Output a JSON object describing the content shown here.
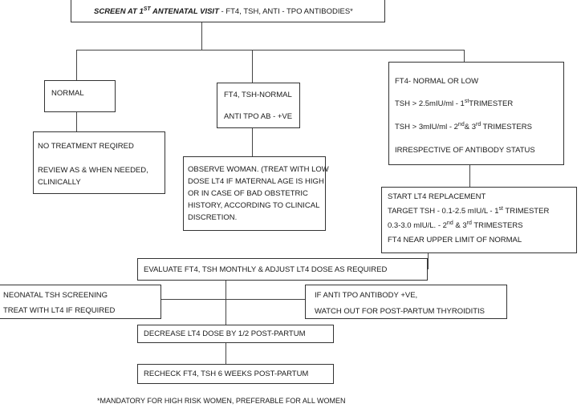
{
  "top": {
    "bold_part_1": "SCREEN AT 1",
    "bold_sup": "ST",
    "bold_part_2": " ANTENATAL VISIT",
    "rest": " - FT4, TSH, ANTI - TPO ANTIBODIES*"
  },
  "normal_box": {
    "label": "NORMAL"
  },
  "normal_outcome": {
    "line1": "NO TREATMENT REQIRED",
    "line2": "REVIEW AS & WHEN NEEDED,",
    "line3": "CLINICALLY"
  },
  "mid_box": {
    "line1": "FT4, TSH-NORMAL",
    "line2": "ANTI TPO AB - +VE"
  },
  "observe_box": {
    "line1": "OBSERVE WOMAN. (TREAT WITH LOW",
    "line2": "DOSE LT4 IF MATERNAL AGE IS HIGH",
    "line3": "OR IN CASE OF BAD OBSTETRIC",
    "line4": "HISTORY, ACCORDING TO CLINICAL",
    "line5": "DISCRETION."
  },
  "right_box": {
    "line1": "FT4- NORMAL OR LOW",
    "line2_a": "TSH  > 2.5mIU/ml  - 1",
    "line2_sup": "st",
    "line2_b": "TRIMESTER",
    "line3_a": "TSH  > 3mIU/ml  - 2",
    "line3_sup1": "nd",
    "line3_b": "& 3",
    "line3_sup2": "rd",
    "line3_c": " TRIMESTERS",
    "line4": "IRRESPECTIVE OF ANTIBODY STATUS"
  },
  "lt4_box": {
    "line1": "START LT4 REPLACEMENT",
    "line2_a": "TARGET TSH - 0.1-2.5 mIU/L - 1",
    "line2_sup": "st",
    "line2_b": " TRIMESTER",
    "line3_a": "0.3-3.0 mIU/L. - 2",
    "line3_sup1": "nd",
    "line3_b": " & 3",
    "line3_sup2": "rd",
    "line3_c": " TRIMESTERS",
    "line4": "FT4 NEAR UPPER LIMIT OF NORMAL"
  },
  "evaluate_box": {
    "label": "EVALUATE FT4, TSH MONTHLY & ADJUST LT4 DOSE AS REQUIRED"
  },
  "neonatal_box": {
    "line1": "NEONATAL TSH SCREENING",
    "line2": "TREAT WITH LT4 IF REQUIRED"
  },
  "anti_tpo_box": {
    "line1": "IF ANTI TPO ANTIBODY +VE,",
    "line2": "WATCH OUT FOR POST-PARTUM THYROIDITIS"
  },
  "decrease_box": {
    "label": "DECREASE LT4 DOSE BY 1/2 POST-PARTUM"
  },
  "recheck_box": {
    "label": "RECHECK FT4, TSH 6 WEEKS POST-PARTUM"
  },
  "footnote": "*MANDATORY FOR HIGH RISK WOMEN, PREFERABLE FOR ALL WOMEN"
}
